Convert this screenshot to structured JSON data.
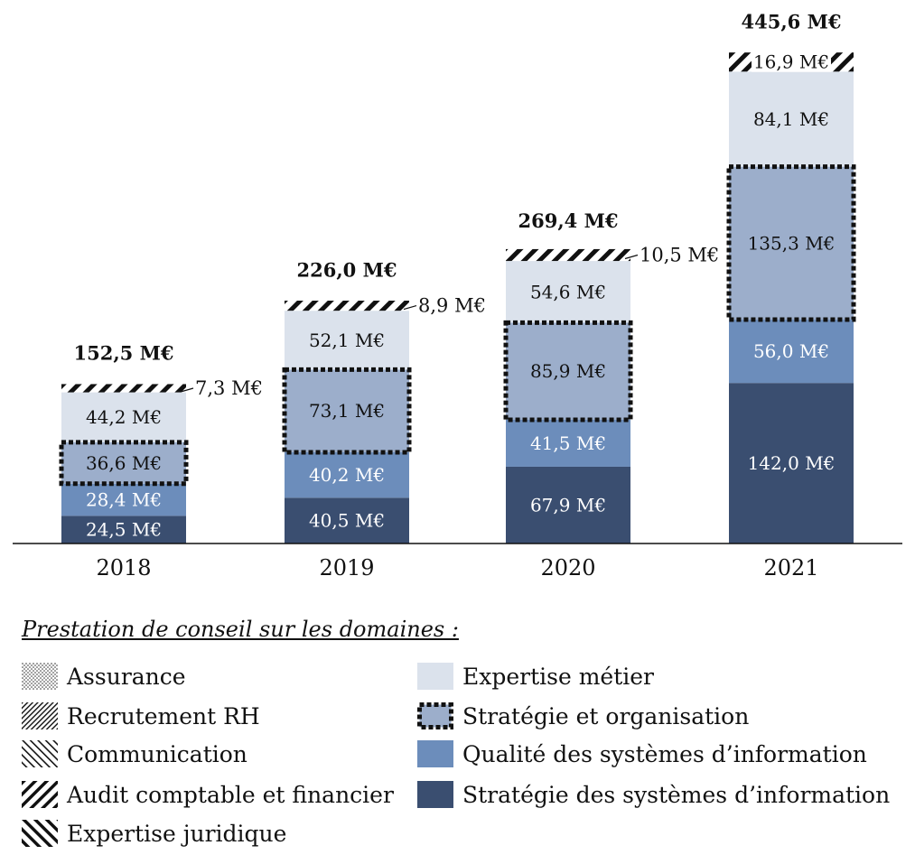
{
  "chart_data": {
    "type": "bar",
    "stacked": true,
    "categories": [
      "2018",
      "2019",
      "2020",
      "2021"
    ],
    "series": [
      {
        "name": "Stratégie des systèmes d’information",
        "values": [
          24.5,
          40.5,
          67.9,
          142.0
        ],
        "labels": [
          "24,5 M€",
          "40,5 M€",
          "67,9 M€",
          "142,0 M€"
        ],
        "color": "#3a4e70",
        "text_color": "#ffffff"
      },
      {
        "name": "Qualité des systèmes d’information",
        "values": [
          28.4,
          40.2,
          41.5,
          56.0
        ],
        "labels": [
          "28,4 M€",
          "40,2 M€",
          "41,5 M€",
          "56,0 M€"
        ],
        "color": "#6c8dbb",
        "text_color": "#ffffff"
      },
      {
        "name": "Stratégie et organisation",
        "values": [
          36.6,
          73.1,
          85.9,
          135.3
        ],
        "labels": [
          "36,6 M€",
          "73,1 M€",
          "85,9 M€",
          "135,3 M€"
        ],
        "color": "#9caecb",
        "text_color": "#111111",
        "dotted_border": true
      },
      {
        "name": "Expertise métier",
        "values": [
          44.2,
          52.1,
          54.6,
          84.1
        ],
        "labels": [
          "44,2 M€",
          "52,1 M€",
          "54,6 M€",
          "84,1 M€"
        ],
        "color": "#dbe2ec",
        "text_color": "#111111"
      },
      {
        "name": "Small domains (Assurance, Recrutement RH, Communication, Audit comptable et financier, Expertise juridique)",
        "values": [
          7.3,
          8.9,
          10.5,
          16.9
        ],
        "labels": [
          "7,3 M€",
          "8,9 M€",
          "10,5 M€",
          "16,9 M€"
        ],
        "hatched": true,
        "label_outside": [
          true,
          true,
          true,
          false
        ]
      }
    ],
    "totals": [
      152.5,
      226.0,
      269.4,
      445.6
    ],
    "total_labels": [
      "152,5 M€",
      "226,0 M€",
      "269,4 M€",
      "445,6 M€"
    ],
    "ylim": [
      0,
      445.6
    ],
    "grid": false,
    "legend_position": "bottom"
  },
  "legend": {
    "title": "Prestation de conseil sur les domaines :",
    "items": [
      {
        "label": "Assurance",
        "pattern": "dots"
      },
      {
        "label": "Recrutement RH",
        "pattern": "fine-diagonal-down"
      },
      {
        "label": "Communication",
        "pattern": "diagonal-up"
      },
      {
        "label": "Audit comptable et financier",
        "pattern": "thick-diagonal-down"
      },
      {
        "label": "Expertise juridique",
        "pattern": "thick-diagonal-up"
      },
      {
        "label": "Expertise métier",
        "color": "#dbe2ec"
      },
      {
        "label": "Stratégie et organisation",
        "color": "#9caecb",
        "dotted_border": true
      },
      {
        "label": "Qualité des systèmes d’information",
        "color": "#6c8dbb"
      },
      {
        "label": "Stratégie des systèmes d’information",
        "color": "#3a4e70"
      }
    ]
  }
}
